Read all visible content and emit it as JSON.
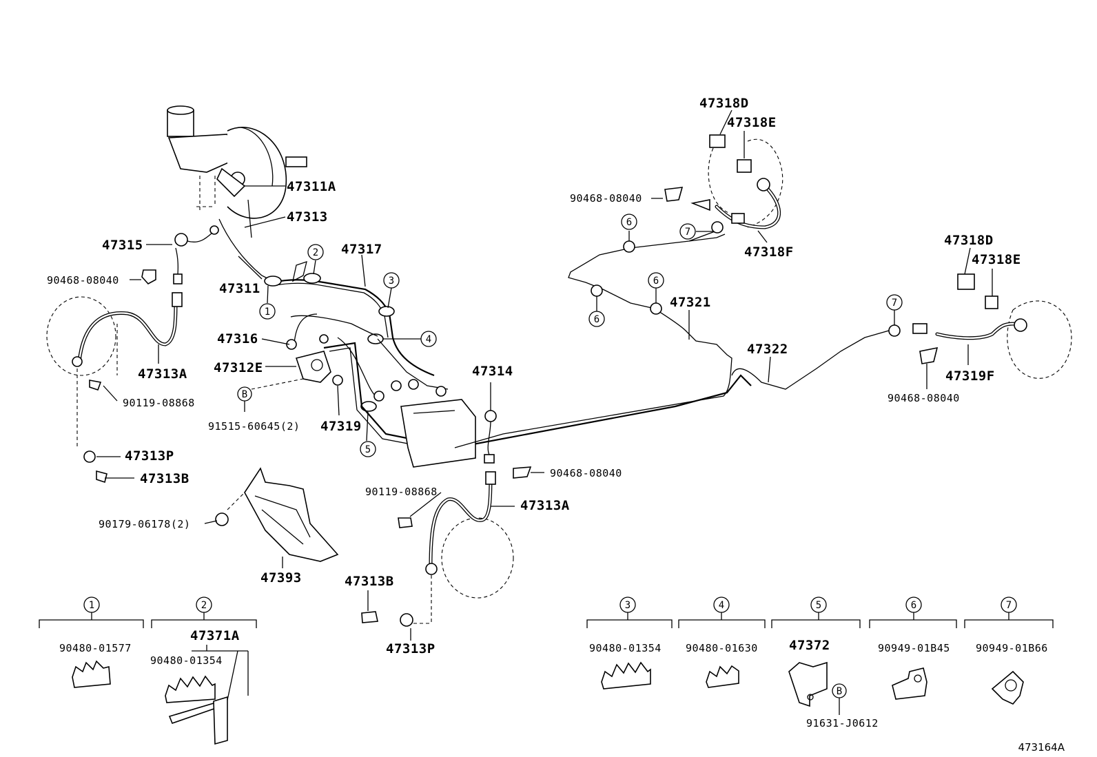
{
  "figure_id": "473164A",
  "callouts": {
    "master_cylinder_tube_a": "47311A",
    "flexible_hose_front_upper": "47313",
    "tube_front_left": "47315",
    "clip_front_left": "90468-08040",
    "tube_master_front": "47311",
    "clamp_2": "2",
    "tube_47317": "47317",
    "clamp_3": "3",
    "tube_47316": "47316",
    "clamp_4": "4",
    "valve_47312E": "47312E",
    "bolt_b_ref": "B",
    "bolt_91515": "91515-60645(2)",
    "tube_47319": "47319",
    "clamp_5": "5",
    "tube_47314": "47314",
    "hose_front_left": "47313A",
    "bolt_front_left": "90119-08868",
    "bracket_front_left": "47313P",
    "bolt_b_front_left": "47313B",
    "nut_90179": "90179-06178(2)",
    "cover_47393": "47393",
    "clip_front_right": "90468-08040",
    "bolt_front_right": "90119-08868",
    "hose_front_right": "47313A",
    "bolt_b_front_right": "47313B",
    "bracket_front_right": "47313P",
    "rear_left_bolt": "47318D",
    "rear_left_washer": "47318E",
    "rear_left_clip": "90468-08040",
    "rear_left_hose": "47318F",
    "tube_47321": "47321",
    "tube_47322": "47322",
    "rear_right_bolt": "47318D",
    "rear_right_washer": "47318E",
    "rear_right_hose": "47319F",
    "rear_right_clip": "90468-08040",
    "clamp_1": "1",
    "clamp_6": "6",
    "clamp_7": "7"
  },
  "legend": [
    {
      "num": "1",
      "parts": [
        "90480-01577"
      ]
    },
    {
      "num": "2",
      "header": "47371A",
      "parts": [
        "90480-01354"
      ]
    },
    {
      "num": "3",
      "parts": [
        "90480-01354"
      ]
    },
    {
      "num": "4",
      "parts": [
        "90480-01630"
      ]
    },
    {
      "num": "5",
      "header": "47372",
      "parts": [
        "B",
        "91631-J0612"
      ]
    },
    {
      "num": "6",
      "parts": [
        "90949-01B45"
      ]
    },
    {
      "num": "7",
      "parts": [
        "90949-01B66"
      ]
    }
  ]
}
